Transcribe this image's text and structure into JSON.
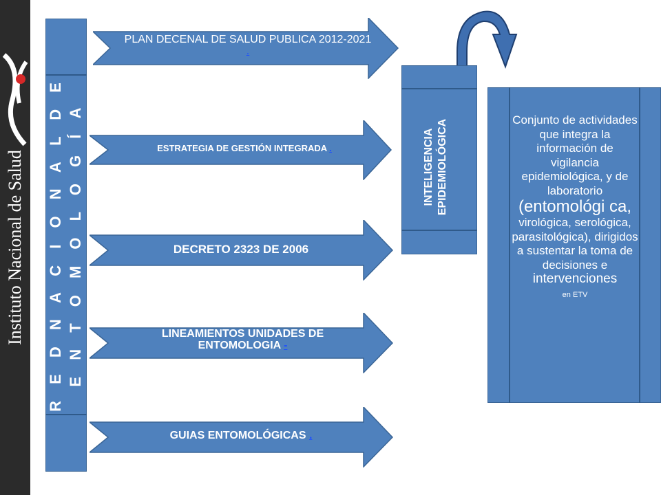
{
  "logo": {
    "text": "Instituto Nacional de Salud"
  },
  "network_box": {
    "line1": "R E D   N A C I O N A L   D E",
    "line2": "E N T O M O L O G Í A"
  },
  "arrows": [
    {
      "text": "PLAN DECENAL DE SALUD PUBLICA 2012-2021",
      "link": "."
    },
    {
      "text": "ESTRATEGIA  DE  GESTIÓN  INTEGRADA",
      "link": "."
    },
    {
      "text": "DECRETO 2323 DE 2006",
      "link": ""
    },
    {
      "text": "LINEAMIENTOS UNIDADES DE ENTOMOLOGIA",
      "link": "-"
    },
    {
      "text": "GUIAS ENTOMOLÓGICAS",
      "link": "."
    }
  ],
  "intel_box": {
    "line1": "INTELIGENCIA",
    "line2": "EPIDEMIOLÓGICA"
  },
  "description": {
    "part1": "Conjunto de actividades que integra la información de vigilancia epidemiológica, y de laboratorio",
    "part2": "(entomológi ca,",
    "part3": "virológica, serológica, parasitológica), dirigidos a sustentar la toma de decisiones e",
    "part4": "intervenciones",
    "part5": "en ETV"
  },
  "colors": {
    "box_fill": "#4f81bd",
    "box_border": "#3a6596",
    "link": "#1f4fff",
    "logo_strip": "#2b2b2b",
    "logo_accent": "#d62828"
  }
}
